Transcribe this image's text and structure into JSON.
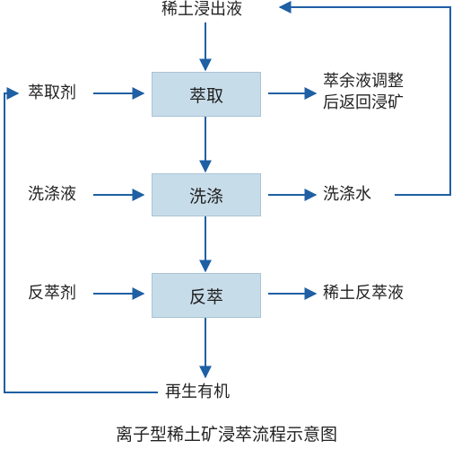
{
  "nodes": {
    "leachate": "稀土浸出液",
    "extraction": "萃取",
    "scrubbing": "洗涤",
    "stripping": "反萃",
    "regenerated_organic": "再生有机"
  },
  "inputs": {
    "extractant": "萃取剂",
    "scrub_solution": "洗涤液",
    "strip_agent": "反萃剂"
  },
  "outputs": {
    "raffinate_line1": "萃余液调整",
    "raffinate_line2": "后返回浸矿",
    "wash_water": "洗涤水",
    "product": "稀土反萃液"
  },
  "caption": "离子型稀土矿浸萃流程示意图",
  "colors": {
    "arrow": "#1f5fa4",
    "box_fill": "#c7dce9",
    "box_border": "#a9c4d6"
  }
}
